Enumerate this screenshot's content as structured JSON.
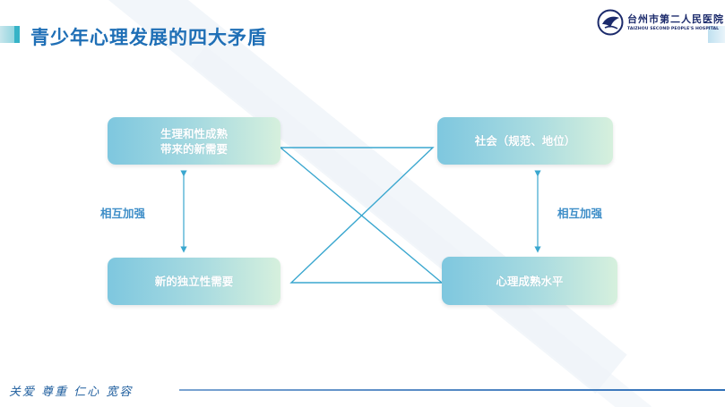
{
  "header": {
    "title": "青少年心理发展的四大矛盾"
  },
  "logo": {
    "name_cn": "台州市第二人民医院",
    "name_en": "TAIZHOU SECOND PEOPLE'S HOSPITAL",
    "icon": "hospital-logo-icon"
  },
  "diagram": {
    "nodes": {
      "top_left": [
        "生理和性成熟",
        "带来的新需要"
      ],
      "top_right": "社会（规范、地位）",
      "bottom_left": "新的独立性需要",
      "bottom_right": "心理成熟水平"
    },
    "link_label_left": "相互加强",
    "link_label_right": "相互加强"
  },
  "footer": {
    "motto": "关爱 尊重 仁心 宽容"
  },
  "colors": {
    "title": "#1f6fb6",
    "node_gradient_start": "#7ec7df",
    "node_gradient_end": "#d6f0dd",
    "connector": "#3aa7cf",
    "label": "#3e8ec8"
  }
}
